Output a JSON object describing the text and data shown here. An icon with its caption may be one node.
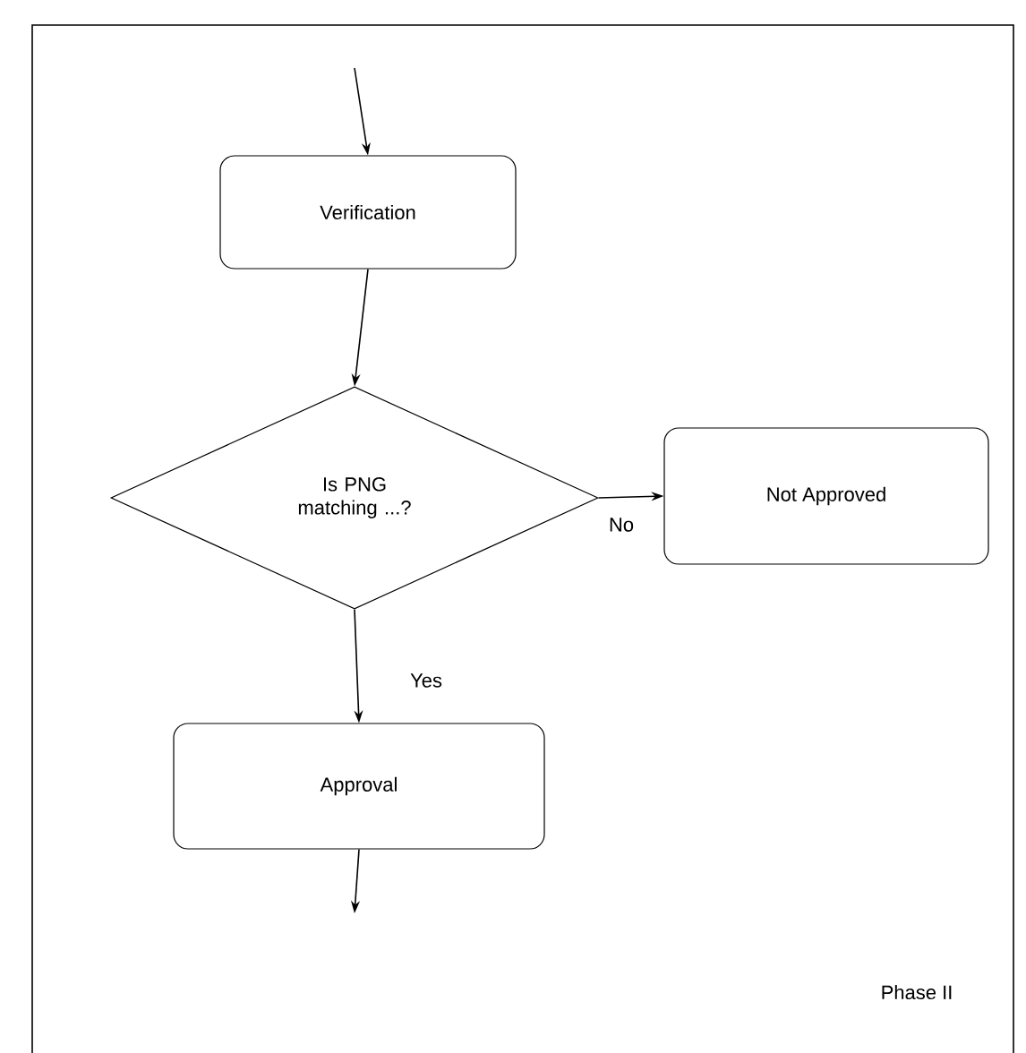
{
  "diagram": {
    "nodes": [
      {
        "text": [
          "Verification"
        ]
      },
      {
        "text": [
          "Is PNG matching ...?"
        ]
      },
      {
        "text": [
          "Not Approved"
        ]
      },
      {
        "text": [
          "Approval"
        ]
      }
    ],
    "edges": [
      {
        "from": null,
        "to": 0,
        "arrow": "to"
      },
      {
        "from": 0,
        "to": 1,
        "arrow": "to"
      },
      {
        "from": 1,
        "to": 2,
        "arrow": "to",
        "label": "No"
      },
      {
        "from": 1,
        "to": 3,
        "arrow": "to",
        "label": "Yes"
      },
      {
        "from": 3,
        "to": null,
        "arrow": "to"
      }
    ],
    "labels": [
      "Phase II"
    ]
  }
}
